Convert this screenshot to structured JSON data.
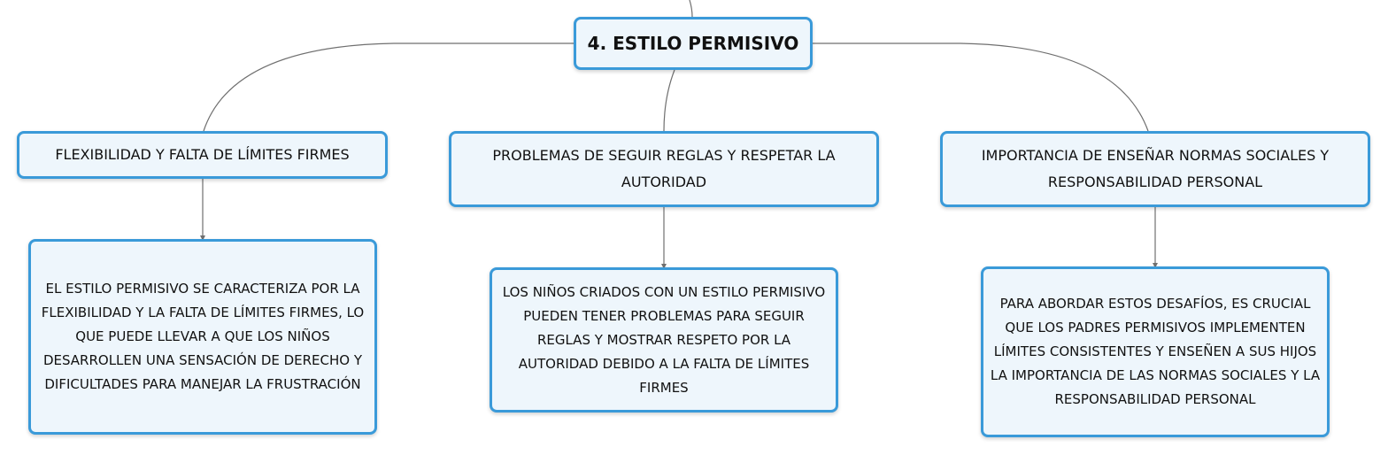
{
  "root": {
    "label": "4. ESTILO PERMISIVO"
  },
  "branches": [
    {
      "title": "FLEXIBILIDAD Y FALTA DE LÍMITES FIRMES",
      "detail": "EL ESTILO PERMISIVO SE CARACTERIZA POR LA FLEXIBILIDAD Y LA FALTA DE LÍMITES FIRMES, LO QUE PUEDE LLEVAR A QUE LOS NIÑOS DESARROLLEN UNA SENSACIÓN DE DERECHO Y DIFICULTADES PARA MANEJAR LA FRUSTRACIÓN"
    },
    {
      "title": "PROBLEMAS DE SEGUIR REGLAS Y RESPETAR LA AUTORIDAD",
      "detail": "LOS NIÑOS CRIADOS CON UN ESTILO PERMISIVO PUEDEN TENER PROBLEMAS PARA SEGUIR REGLAS Y MOSTRAR RESPETO POR LA AUTORIDAD DEBIDO A LA FALTA DE LÍMITES FIRMES"
    },
    {
      "title": "IMPORTANCIA DE ENSEÑAR NORMAS SOCIALES Y RESPONSABILIDAD PERSONAL",
      "detail": "PARA ABORDAR ESTOS DESAFÍOS, ES CRUCIAL QUE LOS PADRES PERMISIVOS IMPLEMENTEN LÍMITES CONSISTENTES Y ENSEÑEN A SUS HIJOS LA IMPORTANCIA DE LAS NORMAS SOCIALES Y LA RESPONSABILIDAD PERSONAL"
    }
  ],
  "colors": {
    "node_border": "#3a9ad9",
    "node_fill": "#eef6fc",
    "connector": "#6f6f6f"
  }
}
